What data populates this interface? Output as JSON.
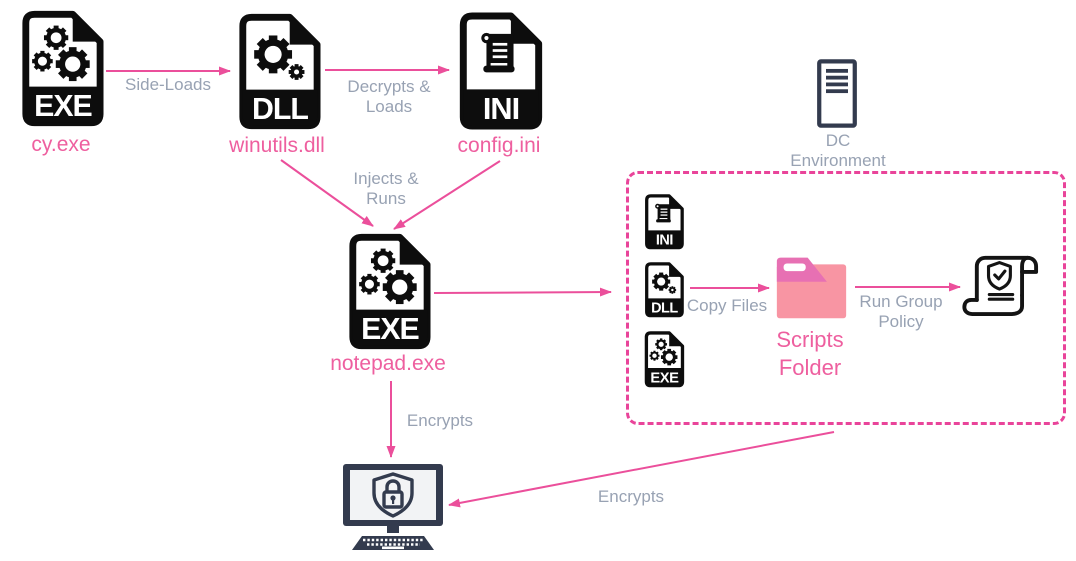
{
  "diagram": {
    "nodes": {
      "cy": {
        "label": "cy.exe",
        "type": "EXE file icon"
      },
      "winutils": {
        "label": "winutils.dll",
        "type": "DLL file icon"
      },
      "config": {
        "label": "config.ini",
        "type": "INI file icon"
      },
      "notepad": {
        "label": "notepad.exe",
        "type": "EXE file icon"
      },
      "dc": {
        "line1": "DC",
        "line2": "Environment",
        "type": "server icon"
      },
      "scripts": {
        "line1": "Scripts",
        "line2": "Folder",
        "type": "folder icon"
      },
      "policy": {
        "type": "scroll-with-shield icon"
      },
      "victim": {
        "type": "computer-with-lock-shield icon"
      },
      "staged_files": {
        "types": [
          "INI",
          "DLL",
          "EXE"
        ]
      }
    },
    "badges": {
      "exe": "EXE",
      "dll": "DLL",
      "ini": "INI"
    },
    "edges": {
      "side_loads": {
        "label": "Side-Loads"
      },
      "decrypts": {
        "line1": "Decrypts &",
        "line2": "Loads"
      },
      "injects": {
        "line1": "Injects &",
        "line2": "Runs"
      },
      "copy_files": {
        "label": "Copy Files"
      },
      "run_gp": {
        "line1": "Run Group",
        "line2": "Policy"
      },
      "encrypts_host": {
        "label": "Encrypts"
      },
      "encrypts_dc": {
        "label": "Encrypts"
      }
    },
    "colors": {
      "pink_label": "#ee5f9f",
      "pink_arrow": "#eb4f9b",
      "pink_dashed_border": "#e9449a",
      "gray_label": "#98a2b3",
      "dark_navy": "#333b4e",
      "icon_black": "#0d0d0d",
      "folder_body": "#f895a3",
      "folder_tab": "#e770b3"
    }
  }
}
